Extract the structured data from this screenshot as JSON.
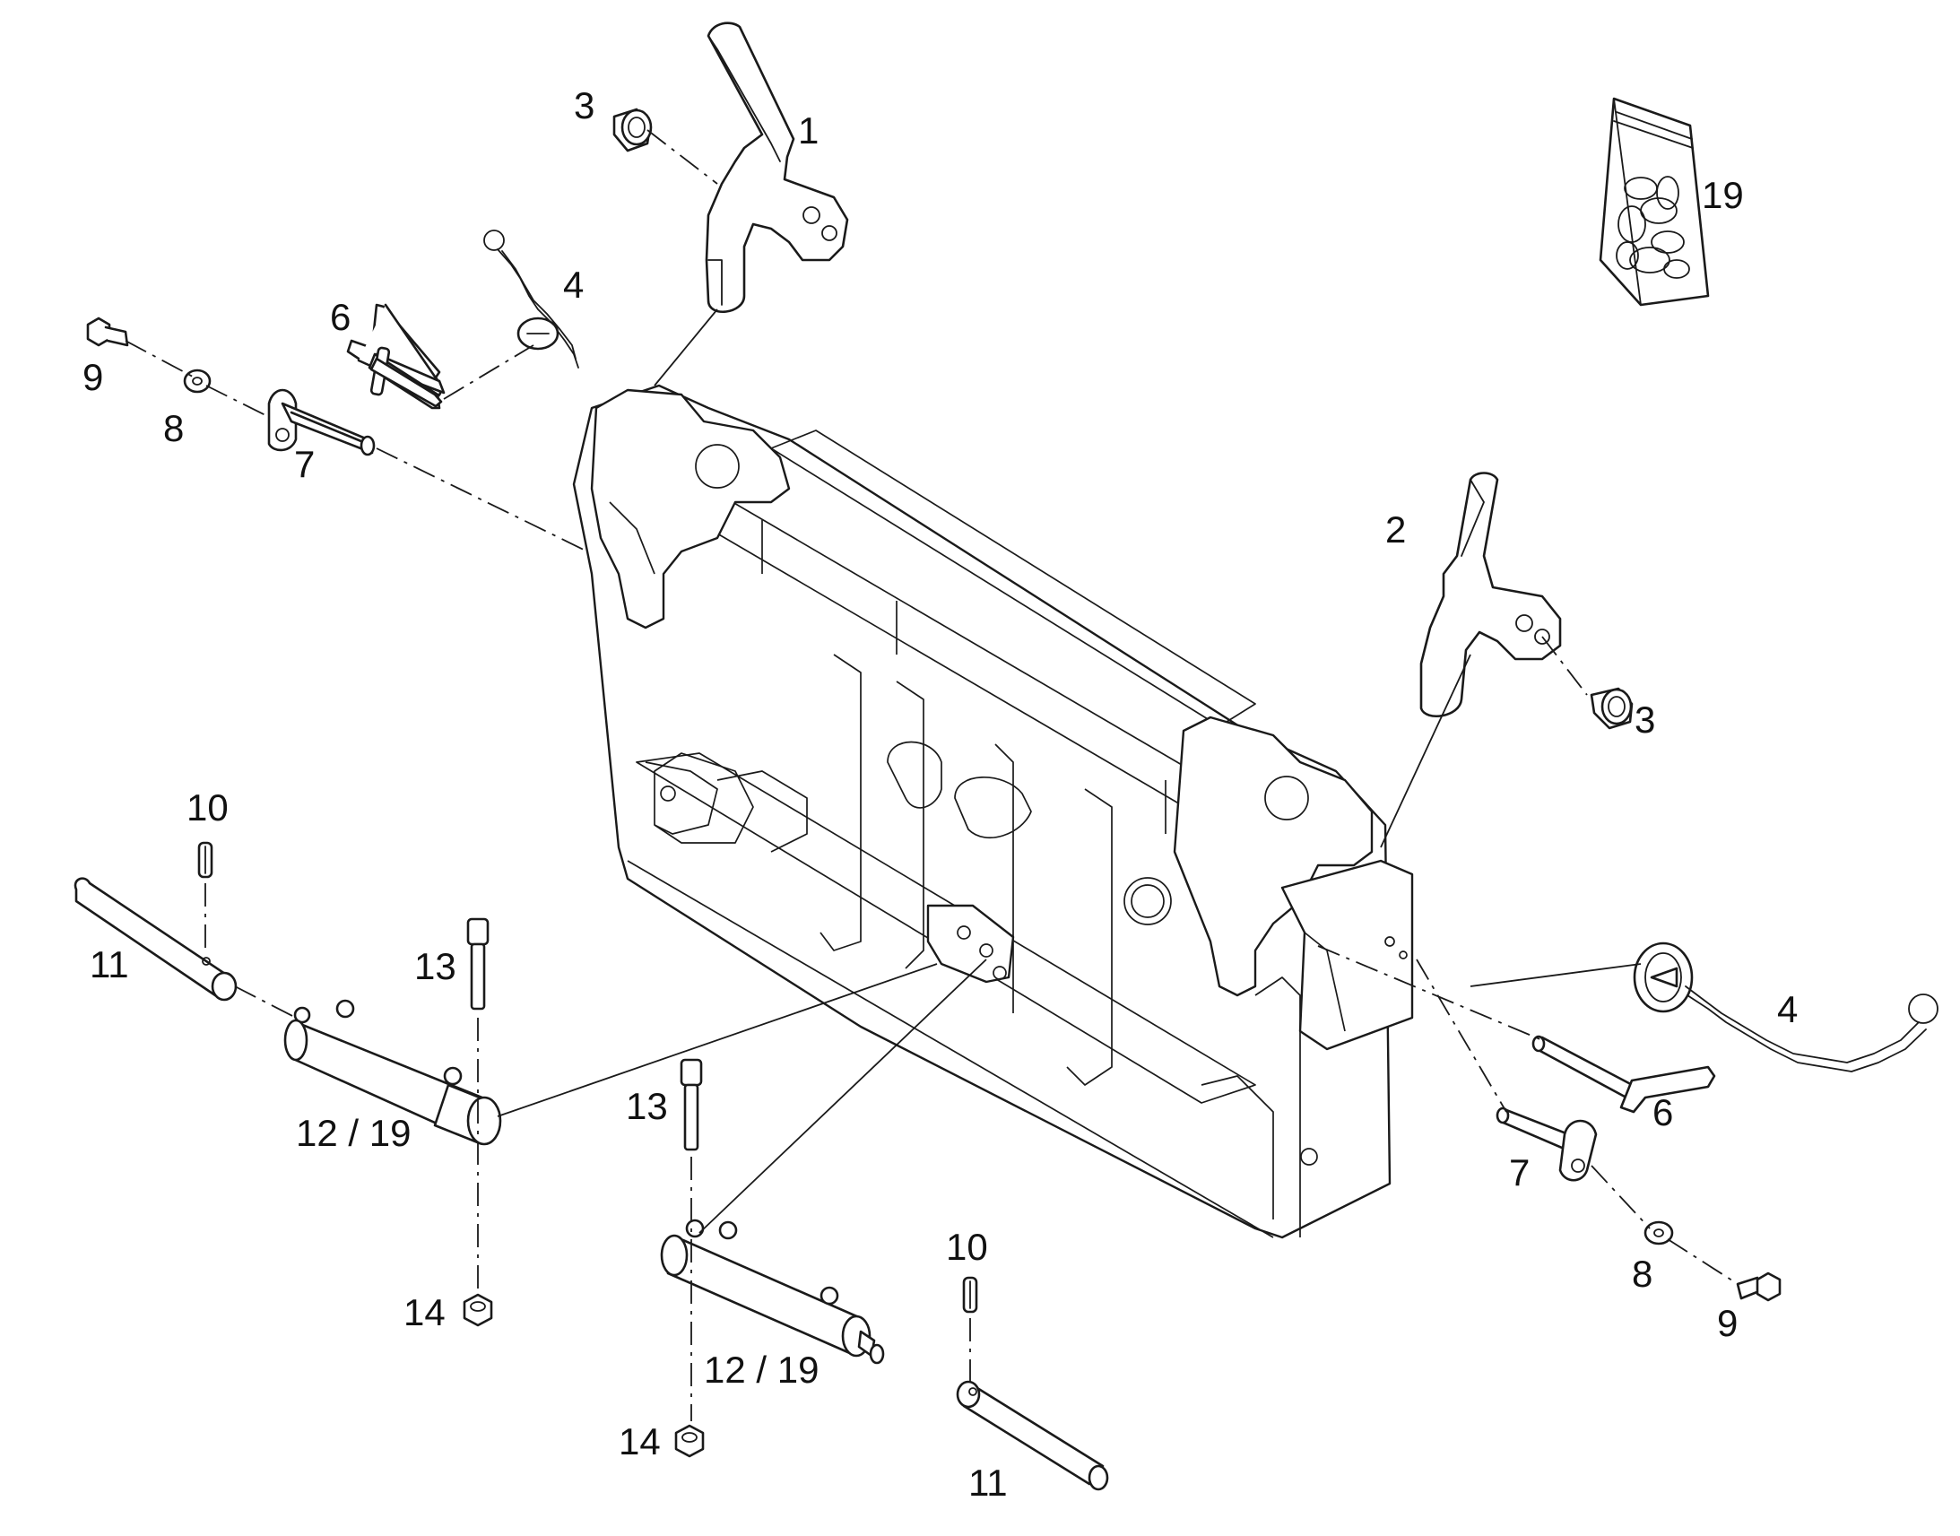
{
  "callouts": {
    "c1": "1",
    "c2": "2",
    "c3a": "3",
    "c3b": "3",
    "c4a": "4",
    "c4b": "4",
    "c6a": "6",
    "c6b": "6",
    "c7a": "7",
    "c7b": "7",
    "c8a": "8",
    "c8b": "8",
    "c9a": "9",
    "c9b": "9",
    "c10a": "10",
    "c10b": "10",
    "c11a": "11",
    "c11b": "11",
    "c12a": "12 / 19",
    "c12b": "12 / 19",
    "c13a": "13",
    "c13b": "13",
    "c14a": "14",
    "c14b": "14",
    "c19": "19"
  }
}
